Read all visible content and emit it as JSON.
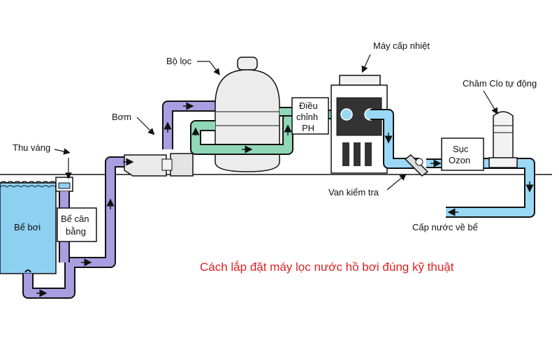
{
  "labels": {
    "thu_vang": "Thu váng",
    "be_boi": "Bể bơi",
    "be_can_bang_1": "Bể cân",
    "be_can_bang_2": "bằng",
    "bom": "Bơm",
    "bo_loc": "Bộ lọc",
    "dieu_chinh_1": "Điều",
    "dieu_chinh_2": "chỉnh",
    "dieu_chinh_3": "PH",
    "may_cap_nhiet": "Máy cấp nhiệt",
    "cham_clo": "Châm Clo tự động",
    "suc_ozon_1": "Sục",
    "suc_ozon_2": "Ozon",
    "van_kiem_tra": "Van kiểm tra",
    "cap_nuoc_ve_be": "Cấp nước về bể"
  },
  "caption": "Cách lắp đặt máy lọc nước hồ bơi đúng kỹ thuật",
  "colors": {
    "pipe_purple": "#a89ee0",
    "pipe_green": "#8fd7b5",
    "pipe_blue": "#9bd8f5",
    "pool_water": "#8ed0f2",
    "caption_red": "#e02020"
  }
}
